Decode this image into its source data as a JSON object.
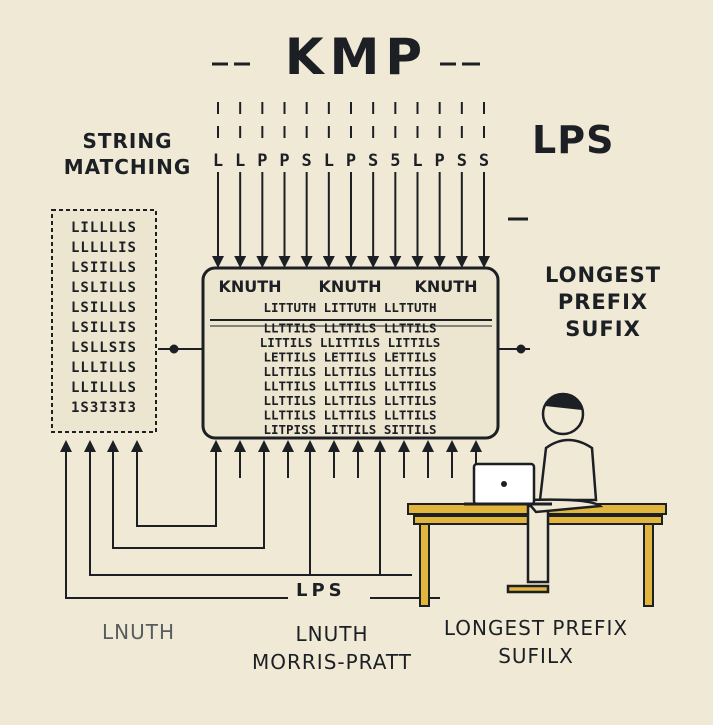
{
  "title": "KMP",
  "left_label": [
    "STRING",
    "MATCHING"
  ],
  "right_title": "LPS",
  "right_label": [
    "LONGEST",
    "PREFIX",
    "SUFIX"
  ],
  "pattern_letters": [
    "L",
    "L",
    "P",
    "P",
    "S",
    "L",
    "P",
    "S",
    "5",
    "L",
    "P",
    "S",
    "S"
  ],
  "left_column_rows": [
    "LILLLLS",
    "LLLLLIS",
    "LSIILLS",
    "LSLILLS",
    "LSILLLS",
    "LSILLIS",
    "LSLLSIS",
    "LLLILLS",
    "LLILLLS",
    "1S3I3I3"
  ],
  "center_header": [
    "KNUTH",
    "KNUTH",
    "KNUTH"
  ],
  "center_rows": [
    "LITTUTH  LITTUTH  LLTTUTH",
    "LLTTILS  LLTTILS  LLTTILS",
    "LITTILS  LLITTILS LITTILS",
    "LETTILS  LETTILS  LETTILS",
    "LLTTILS  LLTTILS  LLTTILS",
    "LLTTILS  LLTTILS  LLTTILS",
    "LLTTILS  LLTTILS  LLTTILS",
    "LLTTILS  LLTTILS  LLTTILS",
    "LITPISS  LITTILS  SITTILS"
  ],
  "bottom_center_label": "LPS",
  "bottom_left_label": "LNUTH",
  "bottom_middle_label": [
    "LNUTH",
    "MORRIS-PRATT"
  ],
  "bottom_right_label": [
    "LONGEST PREFIX",
    "SUFILX"
  ],
  "colors": {
    "background": "#efe9d5",
    "ink": "#1c1f24",
    "desk": "#e2b63c",
    "panel": "#ece5cf"
  }
}
